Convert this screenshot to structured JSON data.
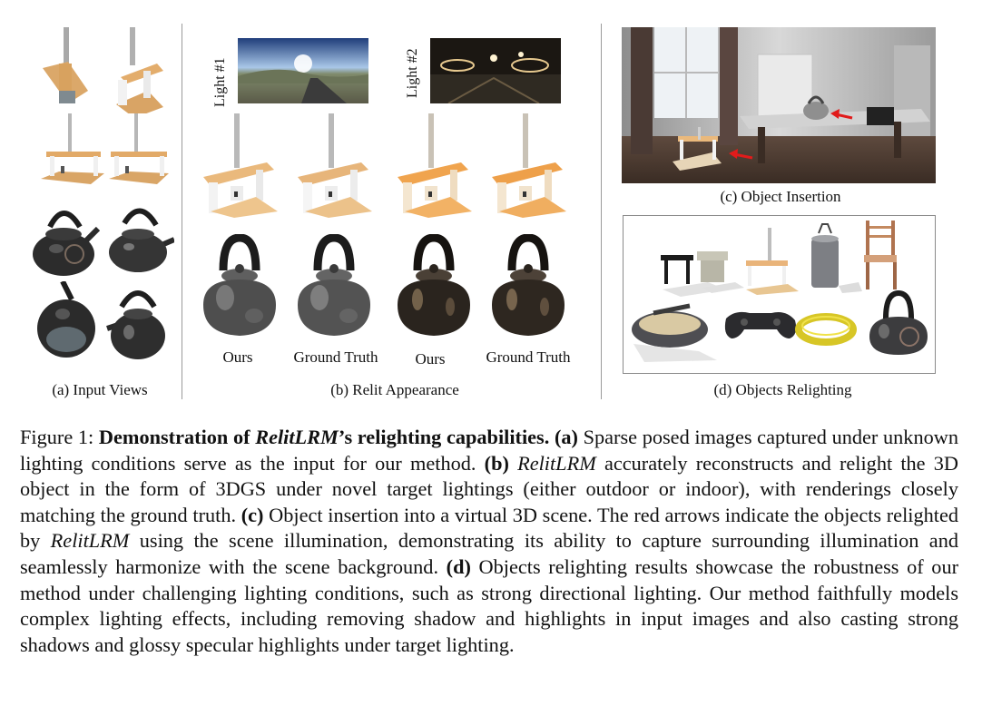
{
  "panels": {
    "a": {
      "caption": "(a) Input Views"
    },
    "b": {
      "caption": "(b) Relit Appearance",
      "light1_label": "Light #1",
      "light2_label": "Light #2",
      "col_labels": [
        "Ours",
        "Ground Truth",
        "Ours",
        "Ground Truth"
      ]
    },
    "c": {
      "caption": "(c) Object Insertion"
    },
    "d": {
      "caption": "(d) Objects Relighting"
    }
  },
  "caption": {
    "figure_label": "Figure 1:",
    "title_bold_1": "Demonstration of",
    "title_italic": "RelitLRM",
    "title_bold_2": "’s relighting capabilities.",
    "a_label": "(a)",
    "a_text": "Sparse posed images captured under unknown lighting conditions serve as the input for our method.",
    "b_label": "(b)",
    "b_name": "RelitLRM",
    "b_text": "accurately reconstructs and relight the 3D object in the form of 3DGS under novel target lightings (either outdoor or indoor), with renderings closely matching the ground truth.",
    "c_label": "(c)",
    "c_text_1": "Object insertion into a virtual 3D scene.  The red arrows indicate the objects relighted by",
    "c_name": "RelitLRM",
    "c_text_2": "using the scene illumination, demonstrating its ability to capture surrounding illumination and seamlessly harmonize with the scene background.",
    "d_label": "(d)",
    "d_text": "Objects relighting results showcase the robustness of our method under challenging lighting conditions, such as strong directional lighting.  Our method faithfully models complex lighting effects, including removing shadow and highlights in input images and also casting strong shadows and glossy specular highlights under target lighting."
  },
  "colors": {
    "wood": "#e8b77a",
    "wood_warm": "#f0a44e",
    "kettle_dark": "#2a2a2a",
    "arrow_red": "#e11b1b",
    "divider": "#9a9a9a"
  }
}
